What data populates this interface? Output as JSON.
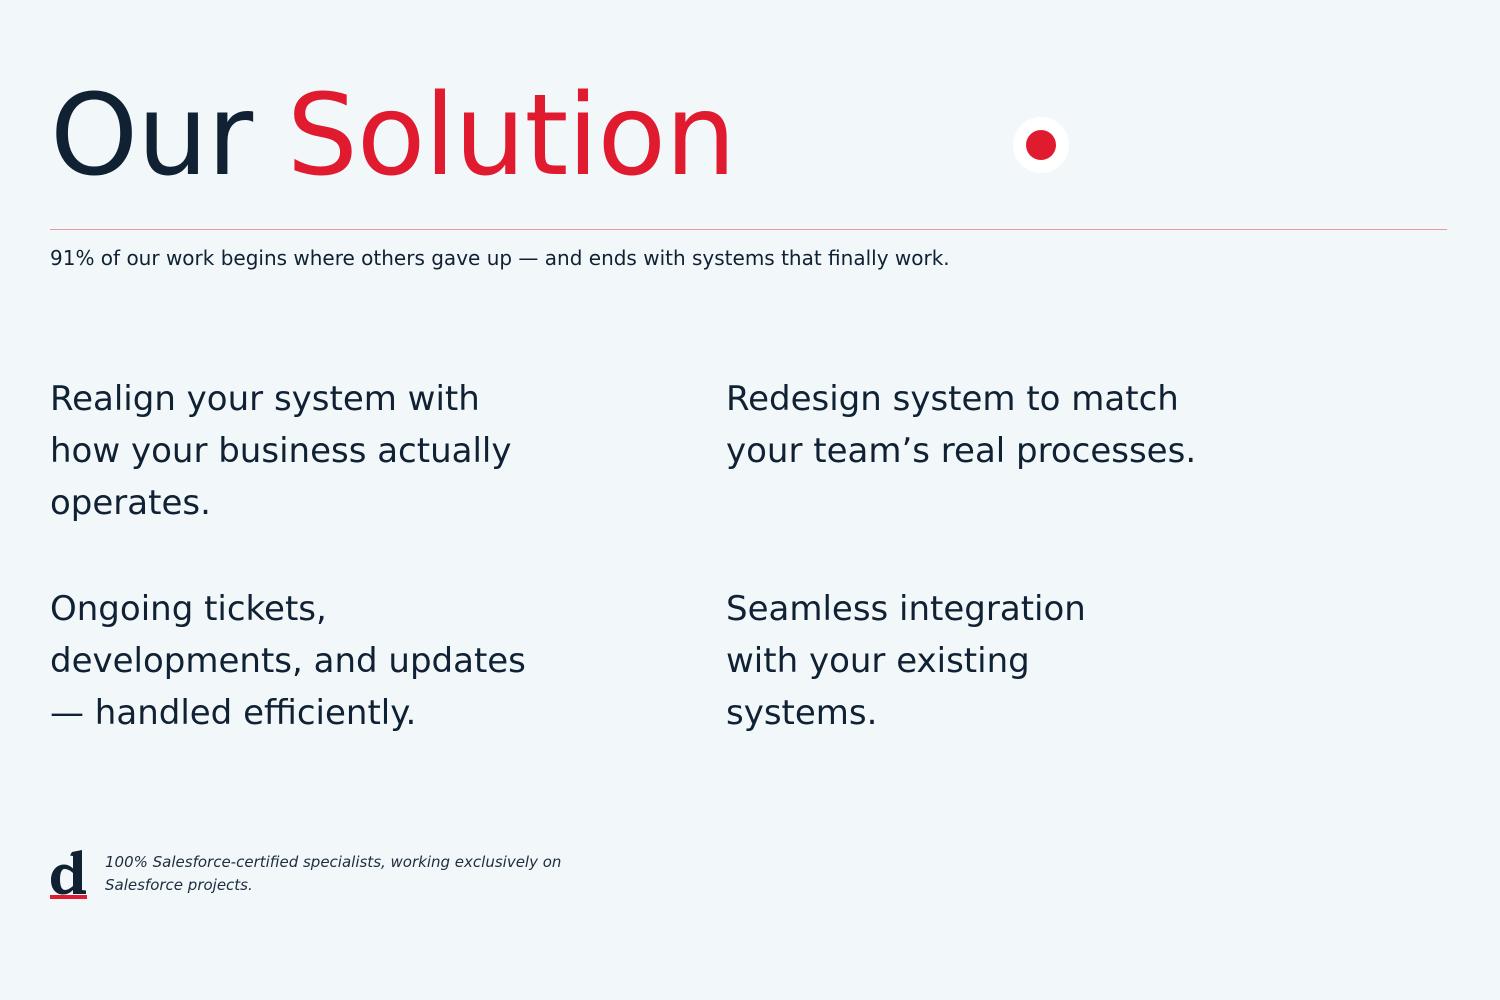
{
  "header": {
    "title_word1": "Our",
    "title_word2": "Solution",
    "subtitle": "91% of our work begins where others gave up — and ends with systems that finally work."
  },
  "points": [
    {
      "lines": [
        "Realign your system with",
        "how your business actually",
        "operates."
      ]
    },
    {
      "lines": [
        "Redesign system to match",
        "your team’s real processes."
      ]
    },
    {
      "lines": [
        "Ongoing tickets,",
        "developments, and updates",
        "— handled efficiently."
      ]
    },
    {
      "lines": [
        "Seamless integration",
        "with your existing",
        "systems."
      ]
    }
  ],
  "footer": {
    "note_line1": "100% Salesforce-certified specialists, working exclusively on",
    "note_line2": "Salesforce projects.",
    "logo_icon": "letter-d-logo-icon"
  },
  "colors": {
    "accent": "#e01b2f",
    "text": "#0f2133",
    "background": "#f2f7fa",
    "rule": "#e89a9e"
  }
}
